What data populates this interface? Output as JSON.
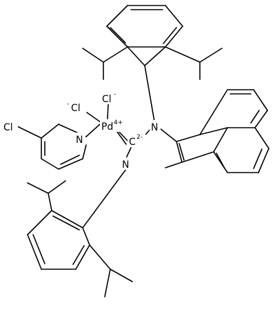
{
  "atoms": {
    "n_top": "N",
    "n_bottom": "N",
    "n_pyridine": "N",
    "pd": "Pd",
    "pd_charge": "4+",
    "c_carbene": "C",
    "c_charge": "2-",
    "cl_right": "Cl",
    "cl_right_charge": "-",
    "cl_left": "Cl",
    "cl_left_charge": "-",
    "cl_pyridine": "Cl"
  }
}
